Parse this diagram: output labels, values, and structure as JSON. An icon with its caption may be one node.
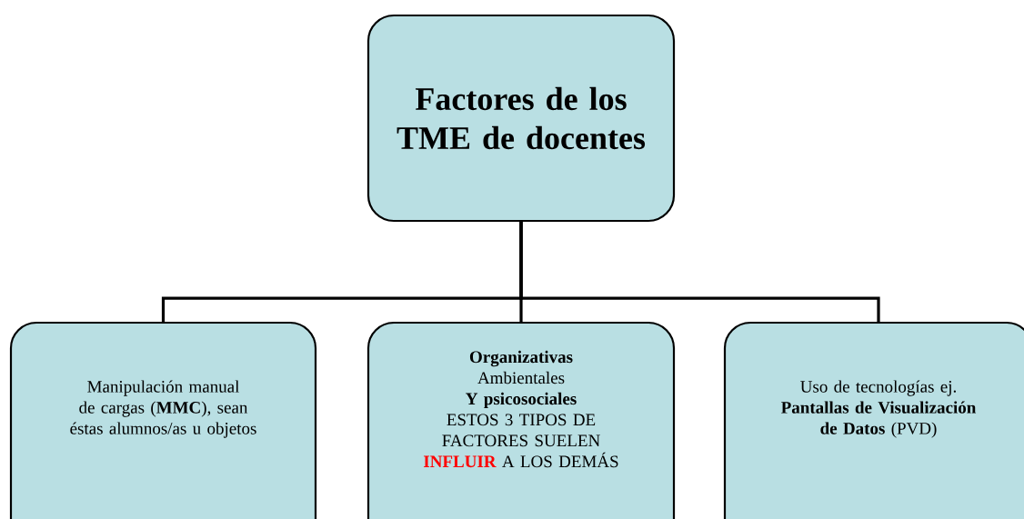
{
  "diagram": {
    "nodes": [
      {
        "text": [
          "Factores de los TME de docentes"
        ]
      },
      {
        "text": [
          "Manipulación manual de cargas (**MMC**), sean éstas alumnos/as u objetos"
        ]
      },
      {
        "text": [
          "Organizativas",
          "Ambientales",
          "Y psicosociales",
          "ESTOS 3 TIPOS DE FACTORES SUELEN",
          "INFLUIR",
          "A LOS DEMÁS"
        ]
      },
      {
        "text": [
          "Uso de tecnologías ej. **Pantallas de Visualización de Datos** (PVD)"
        ]
      }
    ],
    "edges": [
      {
        "from": 0,
        "to": 1,
        "arrow": "none"
      },
      {
        "from": 0,
        "to": 2,
        "arrow": "none"
      },
      {
        "from": 0,
        "to": 3,
        "arrow": "none"
      }
    ]
  }
}
